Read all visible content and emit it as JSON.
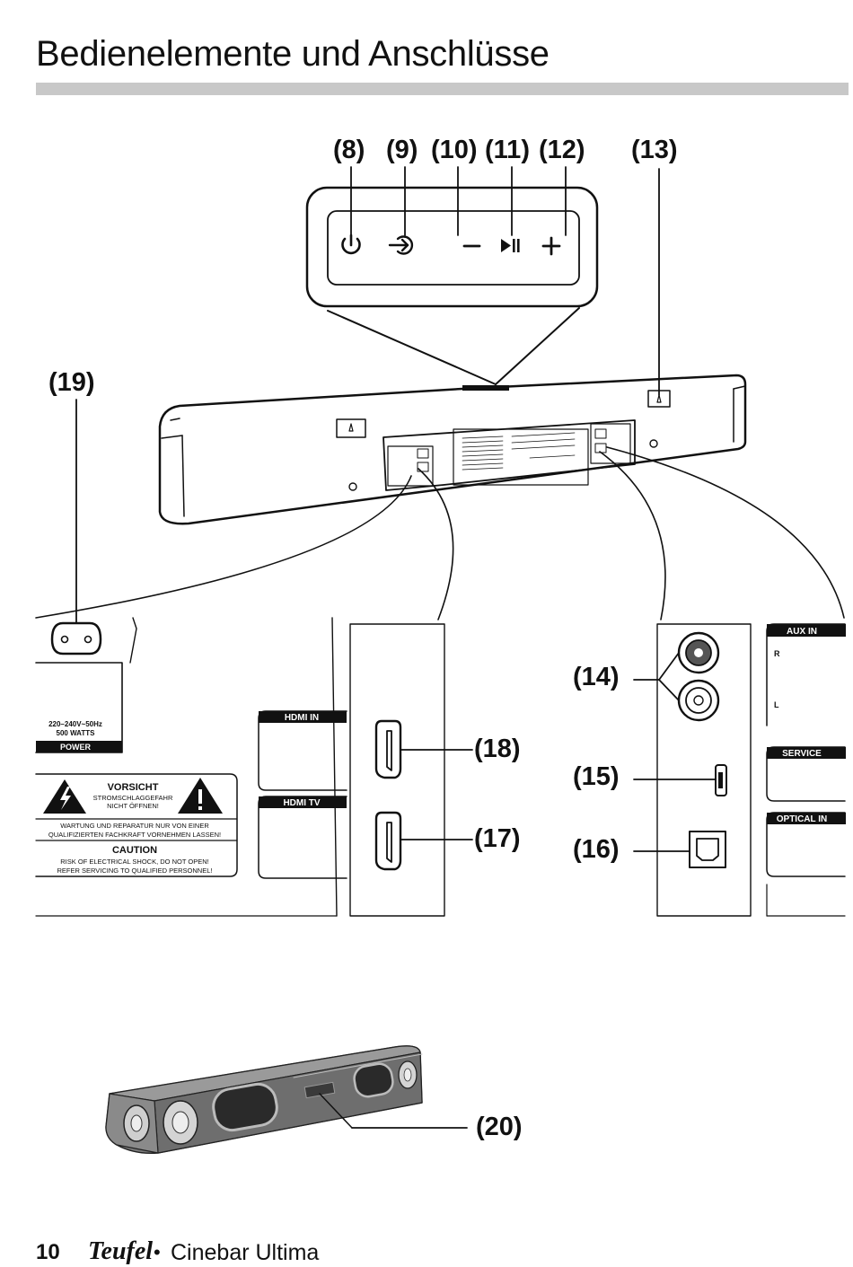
{
  "page": {
    "title": "Bedienelemente und Anschlüsse",
    "number": "10",
    "brand": "Teufel",
    "separator": "•",
    "product": "Cinebar Ultima"
  },
  "callouts": {
    "c8": "(8)",
    "c9": "(9)",
    "c10": "(10)",
    "c11": "(11)",
    "c12": "(12)",
    "c13": "(13)",
    "c14": "(14)",
    "c15": "(15)",
    "c16": "(16)",
    "c17": "(17)",
    "c18": "(18)",
    "c19": "(19)",
    "c20": "(20)"
  },
  "power_panel": {
    "voltage": "220–240V~50Hz",
    "watts": "500 WATTS",
    "label": "POWER"
  },
  "warning": {
    "title_de": "VORSICHT",
    "sub_de": "STROMSCHLAGGEFAHR",
    "sub_de2": "NICHT ÖFFNEN!",
    "service_de1": "WARTUNG UND REPARATUR NUR VON EINER",
    "service_de2": "QUALIFIZIERTEN FACHKRAFT VORNEHMEN LASSEN!",
    "title_en": "CAUTION",
    "sub_en1": "RISK OF ELECTRICAL SHOCK, DO NOT OPEN!",
    "sub_en2": "REFER SERVICING TO QUALIFIED PERSONNEL!"
  },
  "ports": {
    "hdmi_in": "HDMI IN",
    "hdmi_tv": "HDMI TV",
    "aux_in": "AUX IN",
    "aux_r": "R",
    "aux_l": "L",
    "service": "SERVICE",
    "optical_in": "OPTICAL IN"
  },
  "icons": [
    "power-icon",
    "source-icon",
    "minus-icon",
    "play-pause-icon",
    "plus-icon",
    "warning-lightning-icon",
    "warning-exclamation-icon"
  ]
}
